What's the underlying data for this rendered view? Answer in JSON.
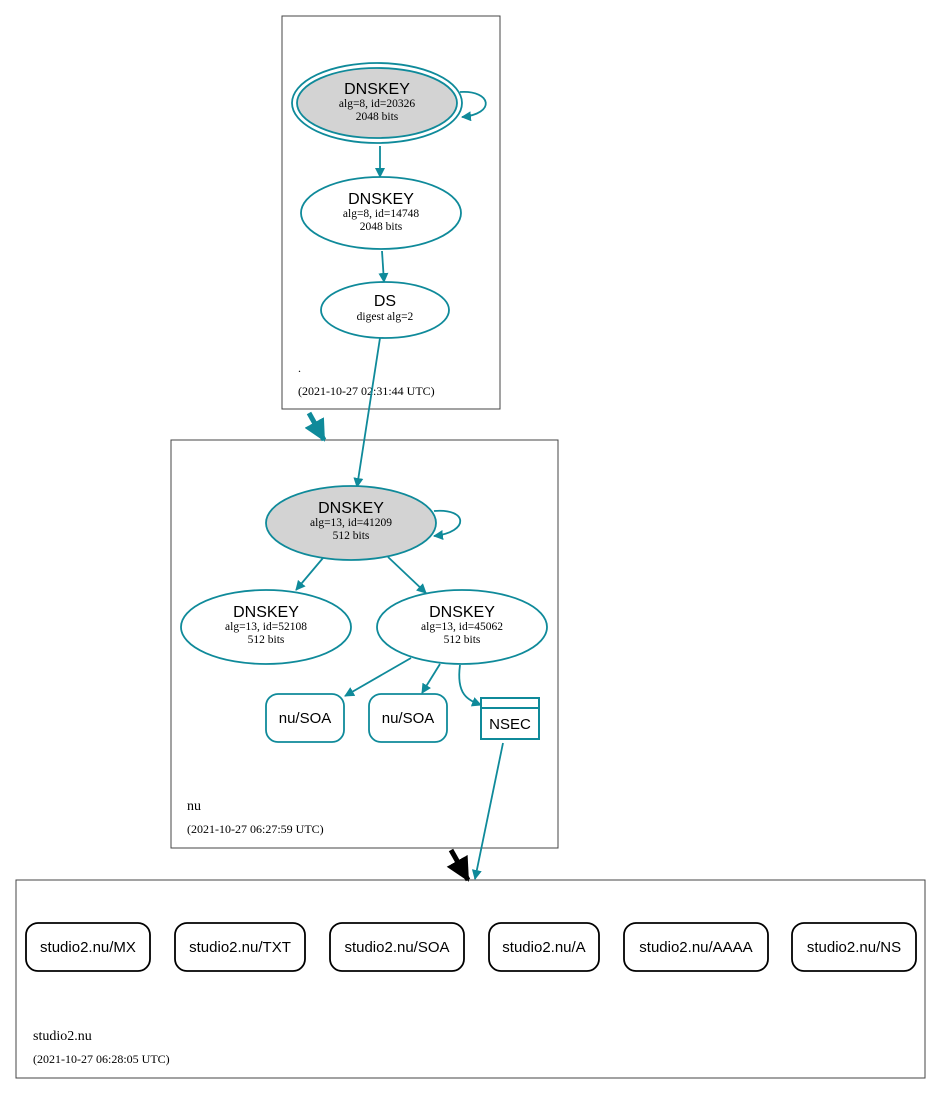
{
  "colors": {
    "edge": "#0f8a9a",
    "trusted_fill": "#d3d3d3",
    "box_stroke": "#444444",
    "text": "#000000",
    "delegation_insecure": "#000000"
  },
  "zones": {
    "root": {
      "name": ".",
      "timestamp": "(2021-10-27 02:31:44 UTC)"
    },
    "nu": {
      "name": "nu",
      "timestamp": "(2021-10-27 06:27:59 UTC)"
    },
    "studio2": {
      "name": "studio2.nu",
      "timestamp": "(2021-10-27 06:28:05 UTC)"
    }
  },
  "nodes": {
    "root_ksk": {
      "title": "DNSKEY",
      "line1": "alg=8, id=20326",
      "line2": "2048 bits"
    },
    "root_zsk": {
      "title": "DNSKEY",
      "line1": "alg=8, id=14748",
      "line2": "2048 bits"
    },
    "nu_ds": {
      "title": "DS",
      "line1": "digest alg=2"
    },
    "nu_ksk": {
      "title": "DNSKEY",
      "line1": "alg=13, id=41209",
      "line2": "512 bits"
    },
    "nu_key_a": {
      "title": "DNSKEY",
      "line1": "alg=13, id=52108",
      "line2": "512 bits"
    },
    "nu_key_b": {
      "title": "DNSKEY",
      "line1": "alg=13, id=45062",
      "line2": "512 bits"
    },
    "nu_soa_1": {
      "label": "nu/SOA"
    },
    "nu_soa_2": {
      "label": "nu/SOA"
    },
    "nu_nsec": {
      "label": "NSEC"
    }
  },
  "records": [
    "studio2.nu/MX",
    "studio2.nu/TXT",
    "studio2.nu/SOA",
    "studio2.nu/A",
    "studio2.nu/AAAA",
    "studio2.nu/NS"
  ]
}
